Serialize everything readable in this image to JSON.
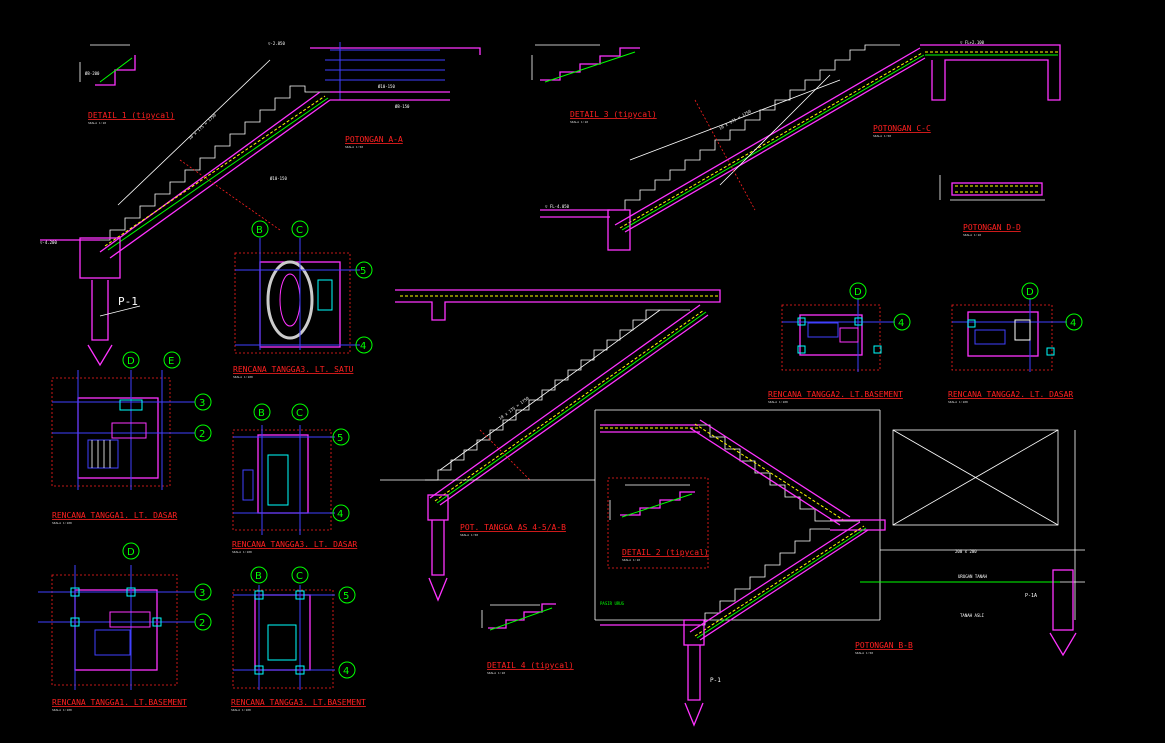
{
  "titles": {
    "detail1": "DETAIL 1 (tipycal)",
    "detail3": "DETAIL 3 (tipycal)",
    "detail2": "DETAIL 2 (tipycal)",
    "detail4": "DETAIL 4 (tipycal)",
    "potA": "POTONGAN A-A",
    "potC": "POTONGAN C-C",
    "potD": "POTONGAN D-D",
    "potB": "POTONGAN B-B",
    "potAs": "POT. TANGGA AS 4-5/A-B",
    "rtSatu": "RENCANA TANGGA3. LT. SATU",
    "rtDasarMid": "RENCANA TANGGA3. LT. DASAR",
    "rtDasarLeft": "RENCANA TANGGA1. LT. DASAR",
    "rtBasementLeft": "RENCANA TANGGA1. LT.BASEMENT",
    "rtBasementMid": "RENCANA TANGGA3. LT.BASEMENT",
    "rtBasementRight": "RENCANA TANGGA2. LT.BASEMENT",
    "rtDasarRight": "RENCANA TANGGA2. LT. DASAR"
  },
  "scales": {
    "s10": "SKALA 1:10",
    "s50": "SKALA 1:50",
    "s100": "SKALA 1:100"
  },
  "grid": {
    "B": "B",
    "C": "C",
    "D": "D",
    "E": "E",
    "n2": "2",
    "n3": "3",
    "n4": "4",
    "n5": "5"
  },
  "labels": {
    "p1": "P-1",
    "p1a": "P-1A",
    "tanahAsli": "TANAH ASLI",
    "urugan": "URUGAN TANAH",
    "ukuran": "200 x 200",
    "fl": "FL-4.200"
  },
  "colors": {
    "structure": "#ff33ff",
    "rebar": "#ffff00",
    "grid": "#00ff00",
    "title": "#ff2020",
    "axis": "#4040ff",
    "dimension": "#ffffff"
  }
}
